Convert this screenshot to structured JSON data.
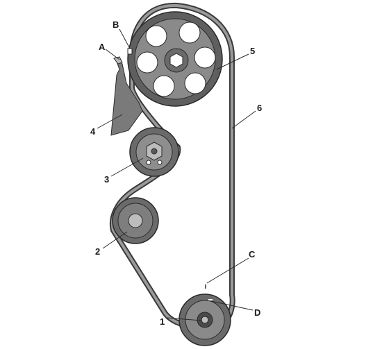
{
  "callouts": {
    "A": "A",
    "B": "B",
    "C": "C",
    "D": "D",
    "n1": "1",
    "n2": "2",
    "n3": "3",
    "n4": "4",
    "n5": "5",
    "n6": "6"
  },
  "colors": {
    "pulley_outer": "#5f5f5f",
    "pulley_rim": "#8a8a8a",
    "pulley_dark": "#4a4a4a",
    "hole": "#ffffff",
    "belt": "#6a6a6a",
    "guard": "#7a7a7a",
    "outline": "#2a2a2a"
  }
}
